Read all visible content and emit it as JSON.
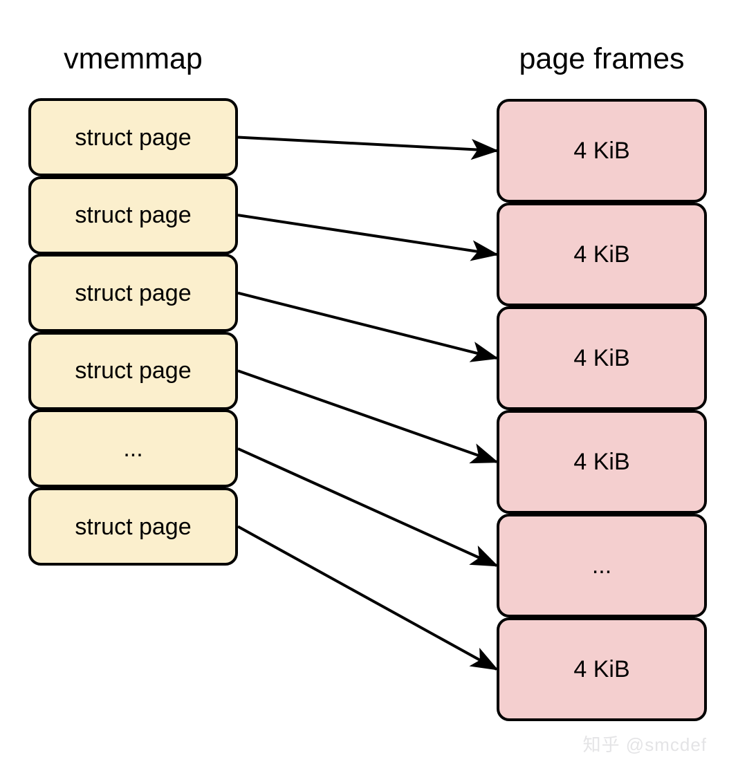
{
  "diagram": {
    "title_left": "vmemmap",
    "title_right": "page frames",
    "watermark": "知乎 @smcdef",
    "colors": {
      "background": "#ffffff",
      "vmemmap_fill": "#fbefcd",
      "page_frame_fill": "#f4cfcf",
      "stroke": "#000000",
      "watermark": "#e4e4e6"
    },
    "vmemmap": {
      "heading": "vmemmap",
      "nodes": [
        {
          "label": "struct page"
        },
        {
          "label": "struct page"
        },
        {
          "label": "struct page"
        },
        {
          "label": "struct page"
        },
        {
          "label": "..."
        },
        {
          "label": "struct page"
        }
      ]
    },
    "page_frames": {
      "heading": "page frames",
      "nodes": [
        {
          "label": "4 KiB"
        },
        {
          "label": "4 KiB"
        },
        {
          "label": "4 KiB"
        },
        {
          "label": "4 KiB"
        },
        {
          "label": "..."
        },
        {
          "label": "4 KiB"
        }
      ]
    },
    "arrows": [
      {
        "from": "vmemmap-node-0",
        "to": "page-frame-node-0"
      },
      {
        "from": "vmemmap-node-1",
        "to": "page-frame-node-1"
      },
      {
        "from": "vmemmap-node-2",
        "to": "page-frame-node-2"
      },
      {
        "from": "vmemmap-node-3",
        "to": "page-frame-node-3"
      },
      {
        "from": "vmemmap-node-4",
        "to": "page-frame-node-4"
      },
      {
        "from": "vmemmap-node-5",
        "to": "page-frame-node-5"
      }
    ]
  }
}
